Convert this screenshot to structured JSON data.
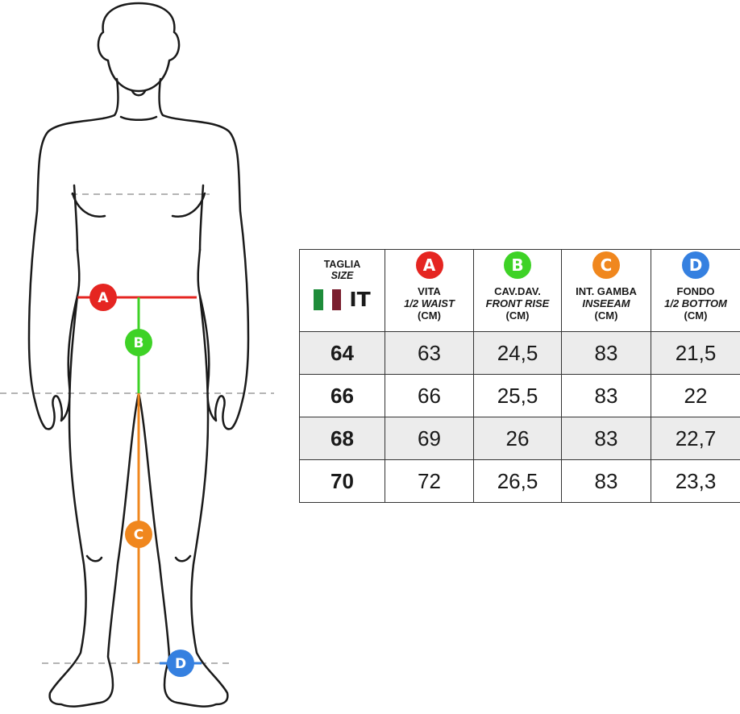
{
  "markers": {
    "A": "A",
    "B": "B",
    "C": "C",
    "D": "D"
  },
  "colors": {
    "A": "#e52521",
    "B": "#3ed226",
    "C": "#f0871e",
    "D": "#3580e0",
    "flag_green": "#1e8c3a",
    "flag_red": "#7a1e2e"
  },
  "table": {
    "size_header": {
      "line1": "TAGLIA",
      "line2": "SIZE",
      "region": "IT"
    },
    "columns": [
      {
        "marker": "A",
        "line1": "VITA",
        "line2": "1/2 WAIST",
        "line3": "(CM)"
      },
      {
        "marker": "B",
        "line1": "CAV.DAV.",
        "line2": "FRONT RISE",
        "line3": "(CM)"
      },
      {
        "marker": "C",
        "line1": "INT. GAMBA",
        "line2": "INSEEAM",
        "line3": "(CM)"
      },
      {
        "marker": "D",
        "line1": "FONDO",
        "line2": "1/2 BOTTOM",
        "line3": "(CM)"
      }
    ],
    "rows": [
      {
        "size": "64",
        "values": [
          "63",
          "24,5",
          "83",
          "21,5"
        ]
      },
      {
        "size": "66",
        "values": [
          "66",
          "25,5",
          "83",
          "22"
        ]
      },
      {
        "size": "68",
        "values": [
          "69",
          "26",
          "83",
          "22,7"
        ]
      },
      {
        "size": "70",
        "values": [
          "72",
          "26,5",
          "83",
          "23,3"
        ]
      }
    ]
  }
}
